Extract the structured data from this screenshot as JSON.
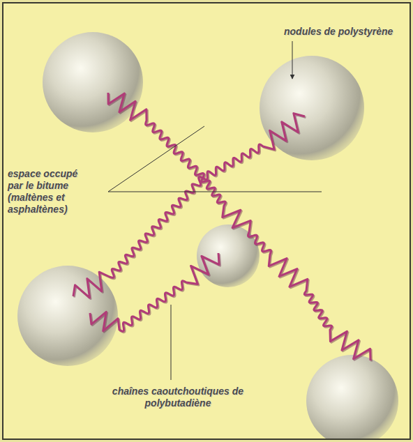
{
  "diagram": {
    "labels": [
      "nodules de polystyrène",
      "espace occupé par le bitume (maltènes et asphaltènes)",
      "chaînes caoutchoutiques de polybutadiène"
    ]
  }
}
